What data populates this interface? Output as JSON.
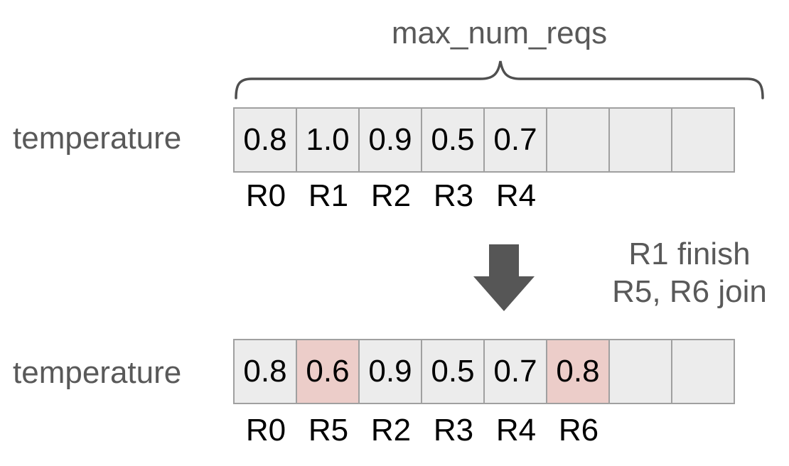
{
  "brace": {
    "label": "max_num_reqs"
  },
  "colors": {
    "cell-bg": "#ececec",
    "cell-highlight": "#eccdc9",
    "cell-border": "#a0a0a0",
    "text-gray": "#595959",
    "text-black": "#000000",
    "arrow": "#565656",
    "brace-stroke": "#4f4f4f"
  },
  "top_section": {
    "row_label": "temperature",
    "cells": [
      {
        "value": "0.8",
        "highlight": false
      },
      {
        "value": "1.0",
        "highlight": false
      },
      {
        "value": "0.9",
        "highlight": false
      },
      {
        "value": "0.5",
        "highlight": false
      },
      {
        "value": "0.7",
        "highlight": false
      },
      {
        "value": "",
        "highlight": false
      },
      {
        "value": "",
        "highlight": false
      },
      {
        "value": "",
        "highlight": false
      }
    ],
    "request_labels": [
      "R0",
      "R1",
      "R2",
      "R3",
      "R4"
    ]
  },
  "transition": {
    "arrow_icon": "down-arrow",
    "line1": "R1 finish",
    "line2": "R5, R6 join"
  },
  "bottom_section": {
    "row_label": "temperature",
    "cells": [
      {
        "value": "0.8",
        "highlight": false
      },
      {
        "value": "0.6",
        "highlight": true
      },
      {
        "value": "0.9",
        "highlight": false
      },
      {
        "value": "0.5",
        "highlight": false
      },
      {
        "value": "0.7",
        "highlight": false
      },
      {
        "value": "0.8",
        "highlight": true
      },
      {
        "value": "",
        "highlight": false
      },
      {
        "value": "",
        "highlight": false
      }
    ],
    "request_labels": [
      "R0",
      "R5",
      "R2",
      "R3",
      "R4",
      "R6"
    ]
  }
}
